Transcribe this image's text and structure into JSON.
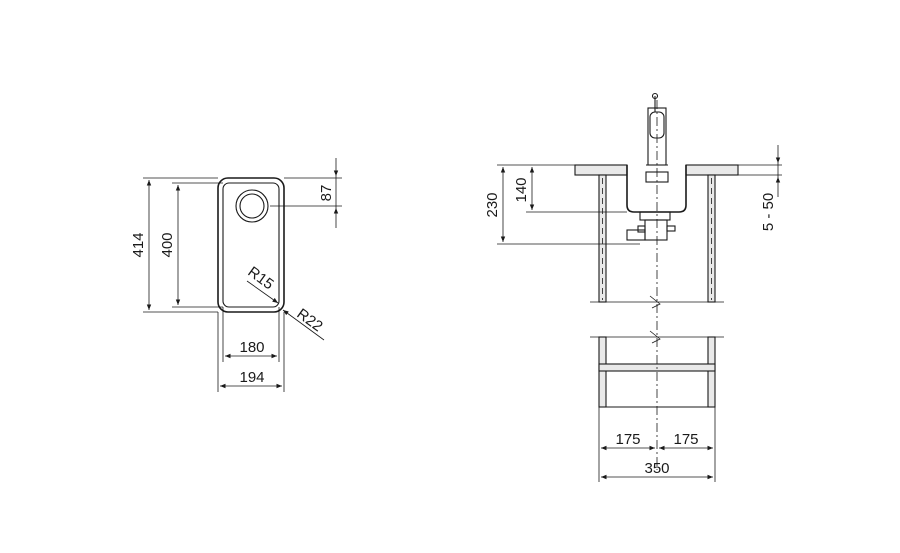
{
  "plan_view": {
    "dim_bowl_width": "180",
    "dim_outer_width": "194",
    "dim_outer_length": "414",
    "dim_bowl_length": "400",
    "dim_drain_offset": "87",
    "dim_inner_radius": "R15",
    "dim_outer_radius": "R22"
  },
  "section_view": {
    "dim_install_depth": "230",
    "dim_bowl_depth": "140",
    "dim_countertop": "5 - 50",
    "dim_half_left": "175",
    "dim_half_right": "175",
    "dim_cabinet_width": "350"
  }
}
